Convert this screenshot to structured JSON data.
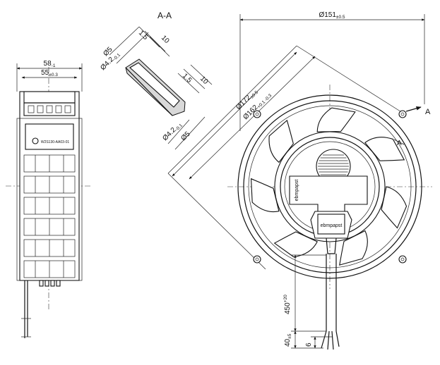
{
  "section_label": "A-A",
  "section_marker": "A",
  "dims": {
    "d151": {
      "base": "Ø151",
      "tol": "±0.5"
    },
    "w58": {
      "base": "58",
      "tol": "-1"
    },
    "w55": {
      "base": "55",
      "tol": "±0.3"
    },
    "d5_top": {
      "base": "Ø5",
      "tol": ""
    },
    "d42_top": {
      "base": "Ø4.2",
      "tol": "-0.1"
    },
    "d15_top": {
      "base": "1.5",
      "tol": ""
    },
    "d10_top": {
      "base": "10",
      "tol": ""
    },
    "d15_mid": {
      "base": "1.5",
      "tol": ""
    },
    "d10_mid": {
      "base": "10",
      "tol": ""
    },
    "d42_bot": {
      "base": "Ø4.2",
      "tol": "-0.1"
    },
    "d5_bot": {
      "base": "Ø5",
      "tol": ""
    },
    "d172": {
      "base": "Ø172",
      "tol": "±0.5"
    },
    "d162": {
      "base": "Ø162",
      "tol": "+0.1 -0.3"
    },
    "l450": {
      "base": "450",
      "tol": "+20"
    },
    "l40": {
      "base": "40",
      "tol": "±5"
    },
    "l6": {
      "base": "6",
      "tol": ""
    }
  },
  "labels": {
    "side_part_no": "W2S130-AA03-01",
    "brand_top": "ebmpapst",
    "brand_bottom": "ebmpapst"
  },
  "colors": {
    "line": "#111111",
    "paper": "#ffffff",
    "hatch": "#d8d8d8"
  }
}
